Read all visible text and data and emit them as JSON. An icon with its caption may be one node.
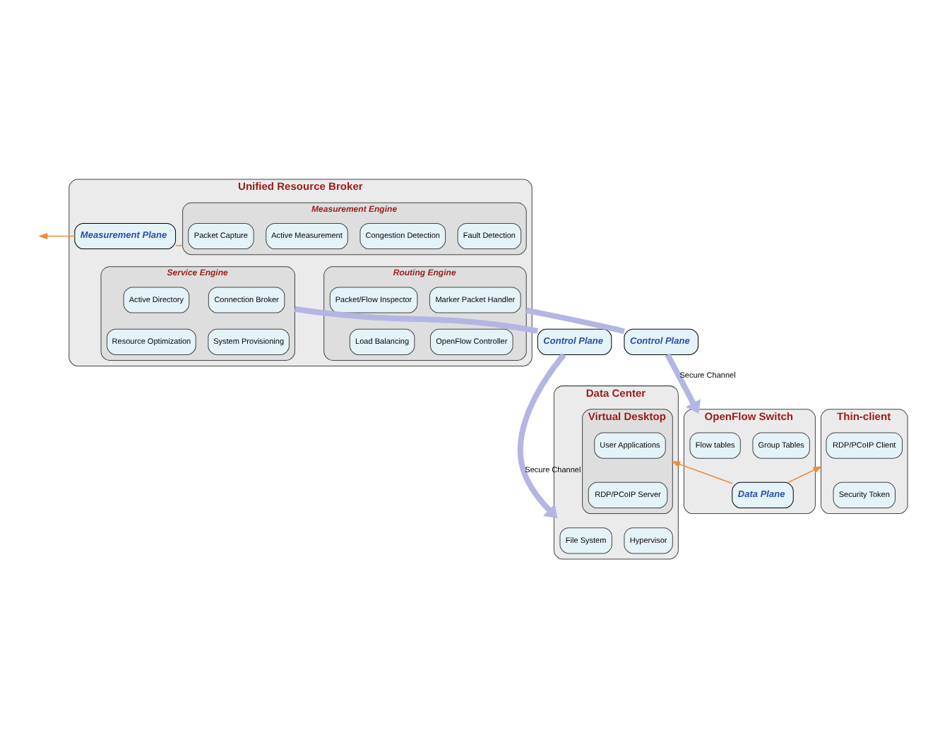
{
  "diagram": {
    "nodes": [
      {
        "text": [
          "Unified Resource Broker"
        ]
      },
      {
        "text": [
          "Measurement Plane"
        ],
        "in": 0
      },
      {
        "text": [
          "Measurement Engine"
        ],
        "in": 0
      },
      {
        "text": [
          "Packet Capture"
        ],
        "in": 2
      },
      {
        "text": [
          "Active Measurement"
        ],
        "in": 2
      },
      {
        "text": [
          "Congestion Detection"
        ],
        "in": 2
      },
      {
        "text": [
          "Fault Detection"
        ],
        "in": 2
      },
      {
        "text": [
          "Service Engine"
        ],
        "in": 0
      },
      {
        "text": [
          "Connection Broker"
        ],
        "in": 7
      },
      {
        "text": [
          "Active Directory"
        ],
        "in": 7
      },
      {
        "text": [
          "System Provisioning"
        ],
        "in": 7
      },
      {
        "text": [
          "Resource Optimization"
        ],
        "in": 7
      },
      {
        "text": [
          "Routing Engine"
        ],
        "in": 0
      },
      {
        "text": [
          "Marker Packet Handler"
        ],
        "in": 12
      },
      {
        "text": [
          "Packet/Flow Inspector"
        ],
        "in": 12
      },
      {
        "text": [
          "OpenFlow Controller"
        ],
        "in": 12
      },
      {
        "text": [
          "Load Balancing"
        ],
        "in": 12
      },
      {
        "text": [
          "Control Plane"
        ]
      },
      {
        "text": [
          "Control Plane"
        ]
      },
      {
        "text": [
          "Data Center"
        ]
      },
      {
        "text": [
          "Virtual Desktop"
        ],
        "in": 19
      },
      {
        "text": [
          "User Applications"
        ],
        "in": 20
      },
      {
        "text": [
          "RDP/PCoIP Server"
        ],
        "in": 20
      },
      {
        "text": [
          "File System"
        ],
        "in": 19
      },
      {
        "text": [
          "Hypervisor"
        ],
        "in": 19
      },
      {
        "text": [
          "OpenFlow Switch"
        ]
      },
      {
        "text": [
          "Flow tables"
        ],
        "in": 25
      },
      {
        "text": [
          "Group Tables"
        ],
        "in": 25
      },
      {
        "text": [
          "Data Plane"
        ],
        "in": 25
      },
      {
        "text": [
          "Thin-client"
        ]
      },
      {
        "text": [
          "RDP/PCoIP Client"
        ],
        "in": 29
      },
      {
        "text": [
          "Security Token"
        ],
        "in": 29
      }
    ],
    "edges": [
      {
        "from": 2,
        "to": 1,
        "arrow": "none",
        "color": "#f08a3c"
      },
      {
        "from": 1,
        "to": null,
        "arrow": "to",
        "color": "#f08a3c"
      },
      {
        "from": 7,
        "to": 17,
        "arrow": "none",
        "style": "thick",
        "color": "#b3b5e3"
      },
      {
        "from": 17,
        "to": 19,
        "arrow": "to",
        "label": "Secure Channel",
        "style": "thick",
        "color": "#b3b5e3"
      },
      {
        "from": 12,
        "to": 18,
        "arrow": "none",
        "style": "thick",
        "color": "#b3b5e3"
      },
      {
        "from": 18,
        "to": 25,
        "arrow": "to",
        "label": "Secure Channel",
        "style": "thick",
        "color": "#b3b5e3"
      },
      {
        "from": 28,
        "to": 20,
        "arrow": "to",
        "color": "#f08a3c"
      },
      {
        "from": 28,
        "to": 29,
        "arrow": "to",
        "color": "#f08a3c"
      }
    ]
  }
}
